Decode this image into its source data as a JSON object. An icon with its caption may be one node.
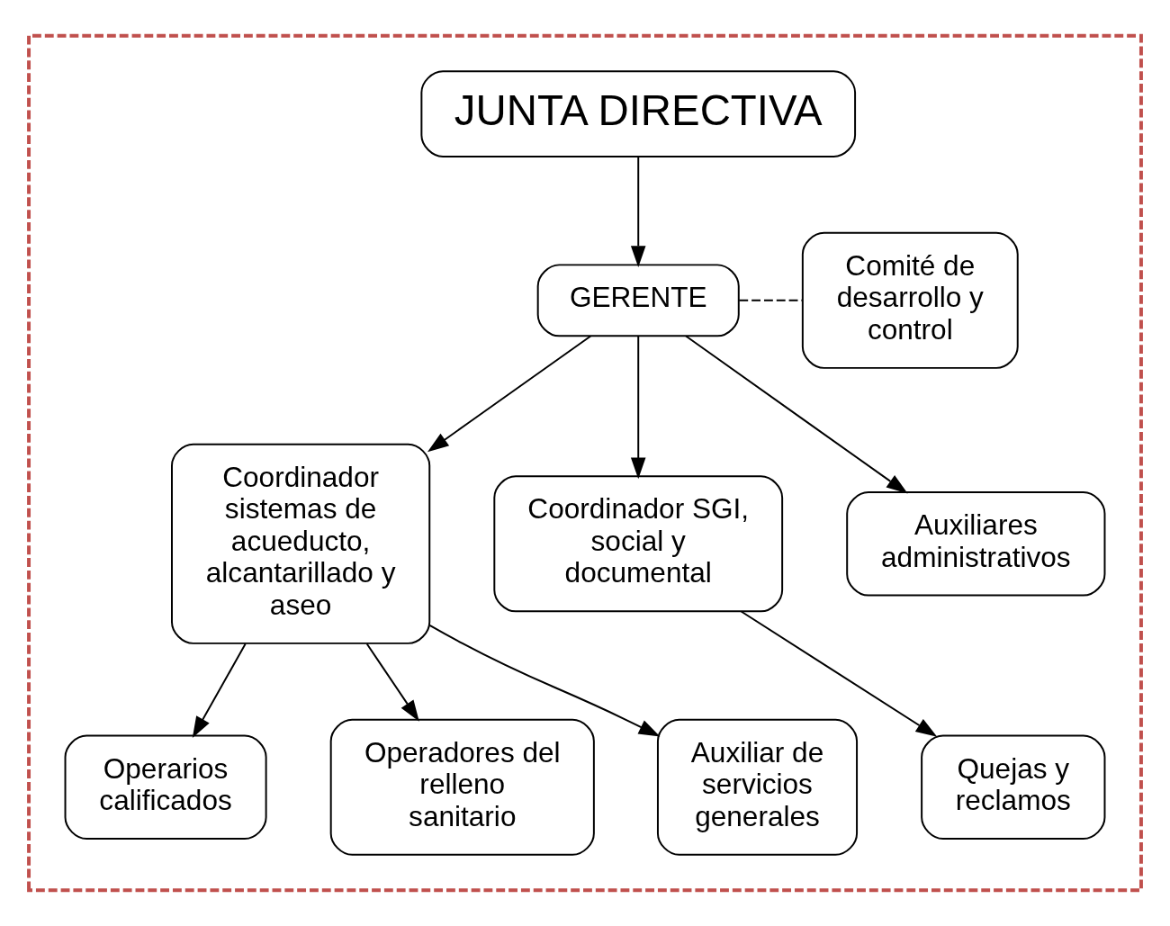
{
  "diagram": {
    "nodes": [
      {
        "text": [],
        "shape": "box"
      },
      {
        "text": [
          "JUNTA DIRECTIVA"
        ],
        "in": 0
      },
      {
        "text": [
          "GERENTE"
        ],
        "in": 0
      },
      {
        "text": [
          "Comité de desarrollo y control"
        ],
        "in": 0
      },
      {
        "text": [
          "Coordinador sistemas de acueducto, alcantarillado y aseo"
        ],
        "in": 0
      },
      {
        "text": [
          "Coordinador SGI, social y documental"
        ],
        "in": 0
      },
      {
        "text": [
          "Auxiliares administrativos"
        ],
        "in": 0
      },
      {
        "text": [
          "Quejas y reclamos"
        ],
        "in": 0
      },
      {
        "text": [
          "Operarios calificados"
        ],
        "in": 0
      },
      {
        "text": [
          "Operadores del relleno sanitario"
        ],
        "in": 0
      },
      {
        "text": [
          "Auxiliar de servicios generales"
        ],
        "in": 0
      }
    ],
    "edges": [
      {
        "from": 1,
        "to": 2,
        "arrow": "to"
      },
      {
        "from": 2,
        "to": 3,
        "arrow": "none",
        "style": "dashed"
      },
      {
        "from": 2,
        "to": 4,
        "arrow": "to"
      },
      {
        "from": 2,
        "to": 5,
        "arrow": "to"
      },
      {
        "from": 2,
        "to": 6,
        "arrow": "to"
      },
      {
        "from": 5,
        "to": 7,
        "arrow": "to"
      },
      {
        "from": 4,
        "to": 8,
        "arrow": "to"
      },
      {
        "from": 4,
        "to": 9,
        "arrow": "to"
      },
      {
        "from": 4,
        "to": 10,
        "arrow": "to"
      }
    ]
  }
}
